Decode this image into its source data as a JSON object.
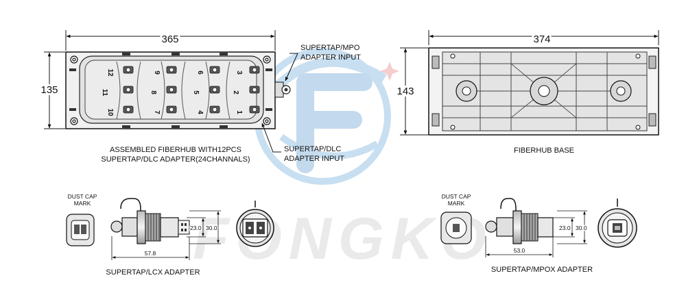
{
  "top_left": {
    "width_dim": "365",
    "height_dim": "135",
    "caption_line1": "ASSEMBLED FIBERHUB WITH12PCS",
    "caption_line2": "SUPERTAP/DLC ADAPTER(24CHANNALS)",
    "port_numbers": [
      "12",
      "9",
      "6",
      "3",
      "11",
      "8",
      "5",
      "2",
      "10",
      "7",
      "4",
      "1"
    ]
  },
  "callouts": {
    "mpo_line1": "SUPERTAP/MPO",
    "mpo_line2": "ADAPTER  INPUT",
    "dlc_line1": "SUPERTAP/DLC",
    "dlc_line2": "ADAPTER  INPUT"
  },
  "top_right": {
    "width_dim": "374",
    "height_dim": "143",
    "caption": "FIBERHUB  BASE"
  },
  "bottom_left": {
    "dust_cap_line1": "DUST CAP",
    "dust_cap_line2": "MARK",
    "dim_inner": "23.0",
    "dim_outer": "30.0",
    "dim_length": "57.8",
    "caption": "SUPERTAP/LCX ADAPTER"
  },
  "bottom_right": {
    "dust_cap_line1": "DUST CAP",
    "dust_cap_line2": "MARK",
    "dim_inner": "23.0",
    "dim_outer": "30.0",
    "dim_length": "53.0",
    "caption": "SUPERTAP/MPOX ADAPTER"
  },
  "watermark": {
    "text": "FONGKO",
    "color": "#3a8fd0"
  },
  "colors": {
    "line": "#1a1a1a",
    "fill_light": "#e9e9e9",
    "fill_mid": "#c8c8c8",
    "fill_dark": "#5a5a5a"
  }
}
